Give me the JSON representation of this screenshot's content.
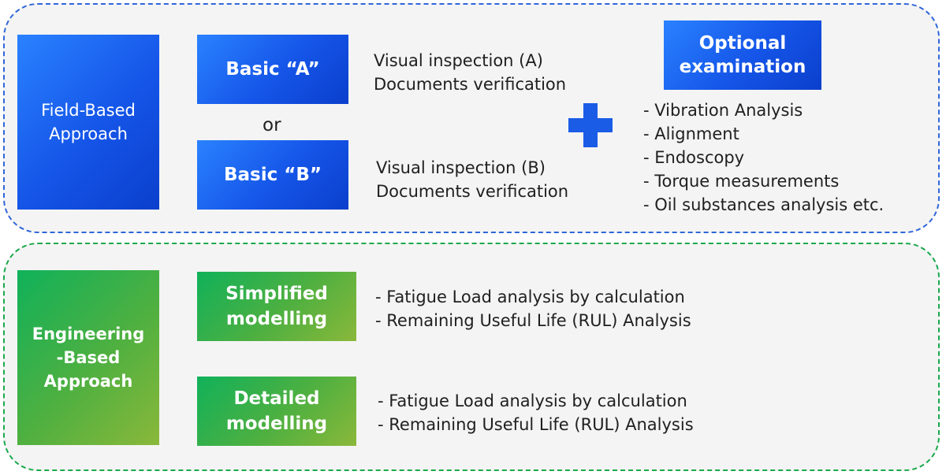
{
  "field": {
    "approach_label": "Field-Based Approach",
    "basic_a": "Basic “A”",
    "basic_b": "Basic “B”",
    "or_label": "or",
    "a_lines": [
      "Visual inspection (A)",
      "Documents verification"
    ],
    "b_lines": [
      "Visual inspection (B)",
      "Documents verification"
    ],
    "optional_title": "Optional examination",
    "optional_items": [
      "- Vibration Analysis",
      "- Alignment",
      "- Endoscopy",
      "- Torque measurements",
      "- Oil substances analysis etc."
    ]
  },
  "engineering": {
    "approach_label": "Engineering -Based Approach",
    "simplified_label": "Simplified modelling",
    "detailed_label": "Detailed modelling",
    "simplified_items": [
      "- Fatigue Load analysis by calculation",
      "- Remaining Useful Life (RUL) Analysis"
    ],
    "detailed_items": [
      "- Fatigue Load analysis by calculation",
      "- Remaining Useful Life (RUL) Analysis"
    ]
  },
  "colors": {
    "blue_border": "#2f66d9",
    "green_border": "#1aa84c",
    "blue_box": "#1555e8",
    "green_box": "#4fb040"
  }
}
